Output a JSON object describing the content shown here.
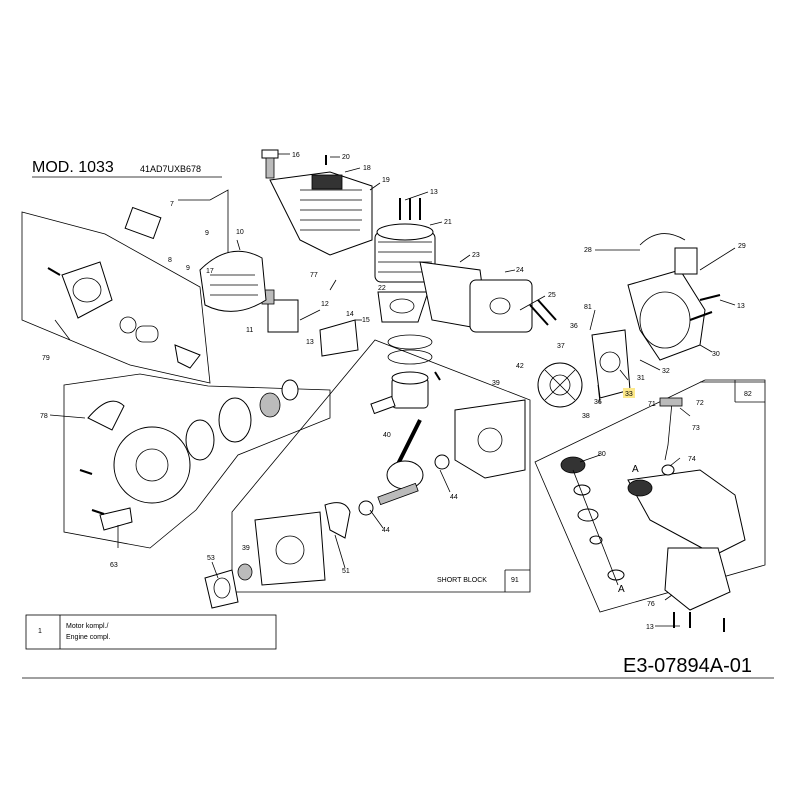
{
  "header": {
    "model": "MOD. 1033",
    "part_number": "41AD7UXB678"
  },
  "legend": {
    "item_number": "1",
    "description_de": "Motor kompl./",
    "description_en": "Engine compl."
  },
  "document_code": "E3-07894A-01",
  "short_block_label": "SHORT BLOCK",
  "short_block_number": "91",
  "group_82_label": "82",
  "view_marker": "A",
  "highlighted_callout": "33",
  "callouts": [
    "16",
    "20",
    "18",
    "19",
    "13",
    "7",
    "10",
    "9",
    "8",
    "9",
    "17",
    "21",
    "23",
    "77",
    "22",
    "24",
    "25",
    "28",
    "29",
    "13",
    "81",
    "36",
    "37",
    "31",
    "32",
    "30",
    "42",
    "38",
    "36",
    "33",
    "39",
    "12",
    "14",
    "15",
    "11",
    "13",
    "79",
    "78",
    "40",
    "44",
    "39",
    "51",
    "44",
    "53",
    "63",
    "80",
    "71",
    "72",
    "73",
    "74",
    "76",
    "13"
  ]
}
